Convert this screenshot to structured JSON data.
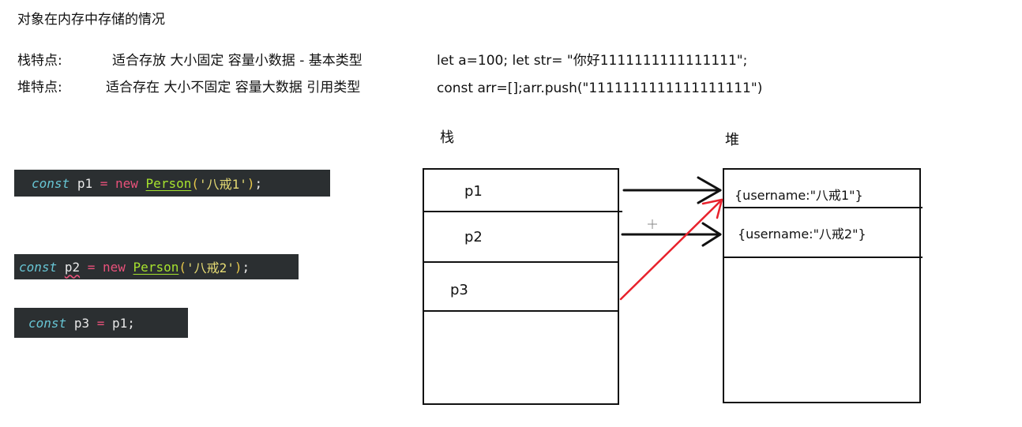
{
  "title": "对象在内存中存储的情况",
  "stack_row": {
    "label": "栈特点:",
    "desc": "适合存放 大小固定 容量小数据 - 基本类型"
  },
  "heap_row": {
    "label": "堆特点:",
    "desc": "适合存在  大小不固定 容量大数据 引用类型"
  },
  "code_line_1": "let a=100; let str=  \"你好1111111111111111\";",
  "code_line_2": "const arr=[];arr.push(\"1111111111111111111\")",
  "snippets": [
    {
      "kw": "const",
      "var": "p1",
      "eq": "=",
      "new": "new",
      "cls": "Person",
      "open": "(",
      "str": "'八戒1'",
      "close": ")",
      "semi": ";"
    },
    {
      "kw": "const",
      "var": "p2",
      "eq": "=",
      "new": "new",
      "cls": "Person",
      "open": "(",
      "str": "'八戒2'",
      "close": ")",
      "semi": ";"
    },
    {
      "kw": "const",
      "var": "p3",
      "eq": "=",
      "rhs": "p1;"
    }
  ],
  "diagram": {
    "stack_title": "栈",
    "heap_title": "堆",
    "stack_cells": [
      "p1",
      "p2",
      "p3"
    ],
    "heap_cells": [
      "{username:\"八戒1\"}",
      "{username:\"八戒2\"}"
    ]
  },
  "colors": {
    "pointer_arrow": "#111111",
    "shared_ref_arrow": "#e8222c",
    "code_bg": "#2b2f31"
  }
}
